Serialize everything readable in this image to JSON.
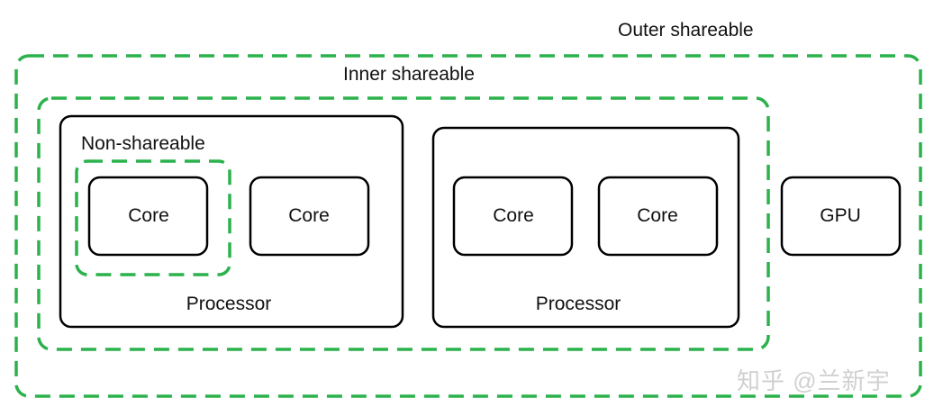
{
  "domains": {
    "outer": {
      "label": "Outer shareable"
    },
    "inner": {
      "label": "Inner shareable"
    },
    "non": {
      "label": "Non-shareable"
    }
  },
  "processors": [
    {
      "label": "Processor",
      "cores": [
        {
          "label": "Core"
        },
        {
          "label": "Core"
        }
      ]
    },
    {
      "label": "Processor",
      "cores": [
        {
          "label": "Core"
        },
        {
          "label": "Core"
        }
      ]
    }
  ],
  "gpu": {
    "label": "GPU"
  },
  "watermark": "知乎 @兰新宇",
  "colors": {
    "domain_border": "#2bb24c",
    "box_border": "#000000",
    "text": "#111111"
  }
}
